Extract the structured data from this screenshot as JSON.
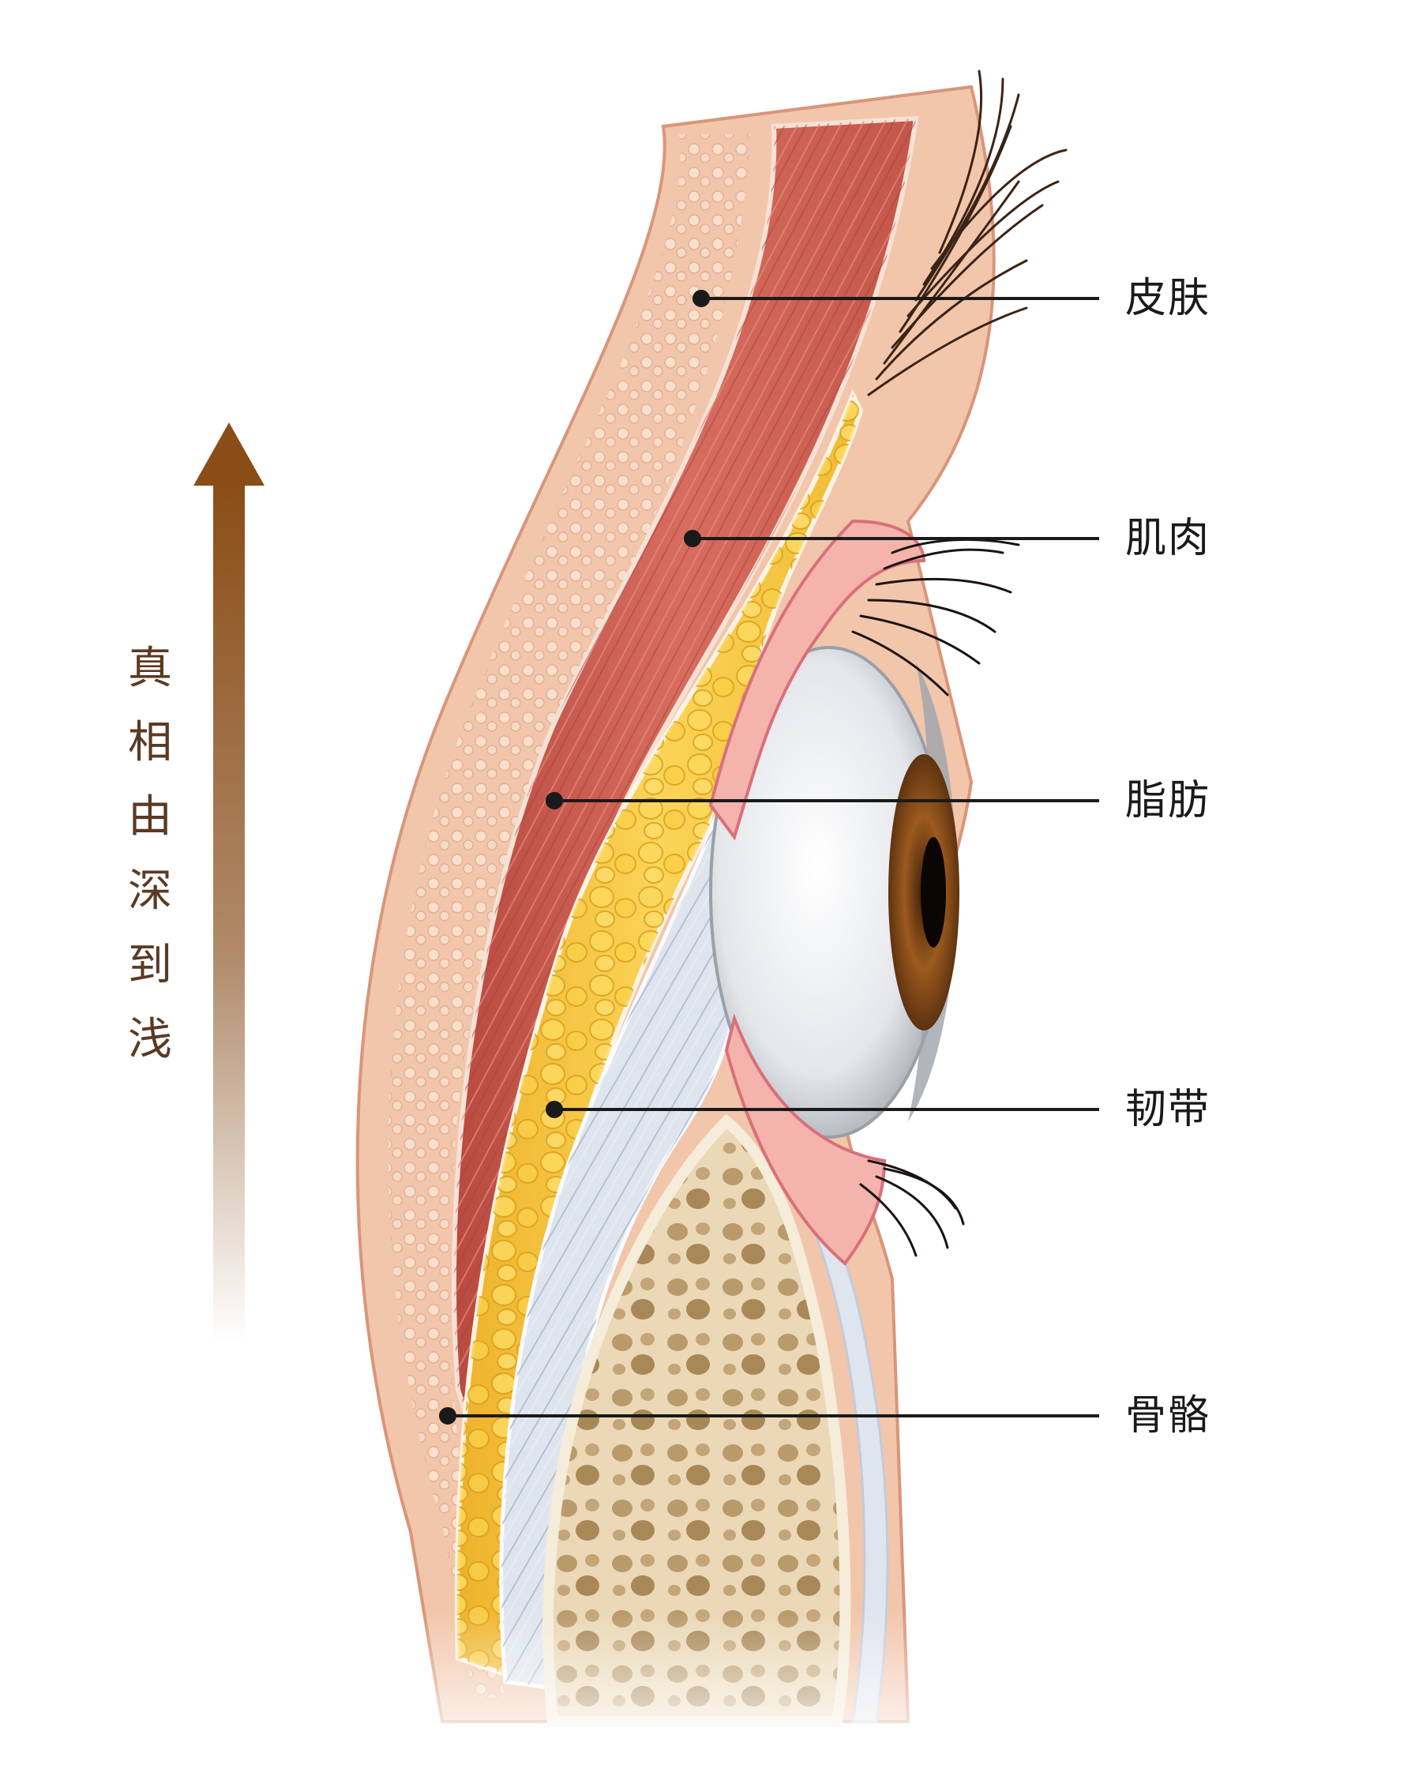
{
  "caption": {
    "text": "真相由深到浅",
    "chars": [
      "真",
      "相",
      "由",
      "深",
      "到",
      "浅"
    ]
  },
  "labels": [
    {
      "name": "skin",
      "text": "皮肤"
    },
    {
      "name": "muscle",
      "text": "肌肉"
    },
    {
      "name": "fat",
      "text": "脂肪"
    },
    {
      "name": "ligament",
      "text": "韧带"
    },
    {
      "name": "bone",
      "text": "骨骼"
    }
  ],
  "colors": {
    "arrow_top": "#8a4d16",
    "skin": "#f0c2a6",
    "dermis": "#f6d8c2",
    "muscle": "#c65a4e",
    "fat": "#f3c53b",
    "ligament": "#c9d2e0",
    "bone": "#efe0c4",
    "bone_pore": "#b99a6a",
    "iris": "#9c5a1e"
  }
}
